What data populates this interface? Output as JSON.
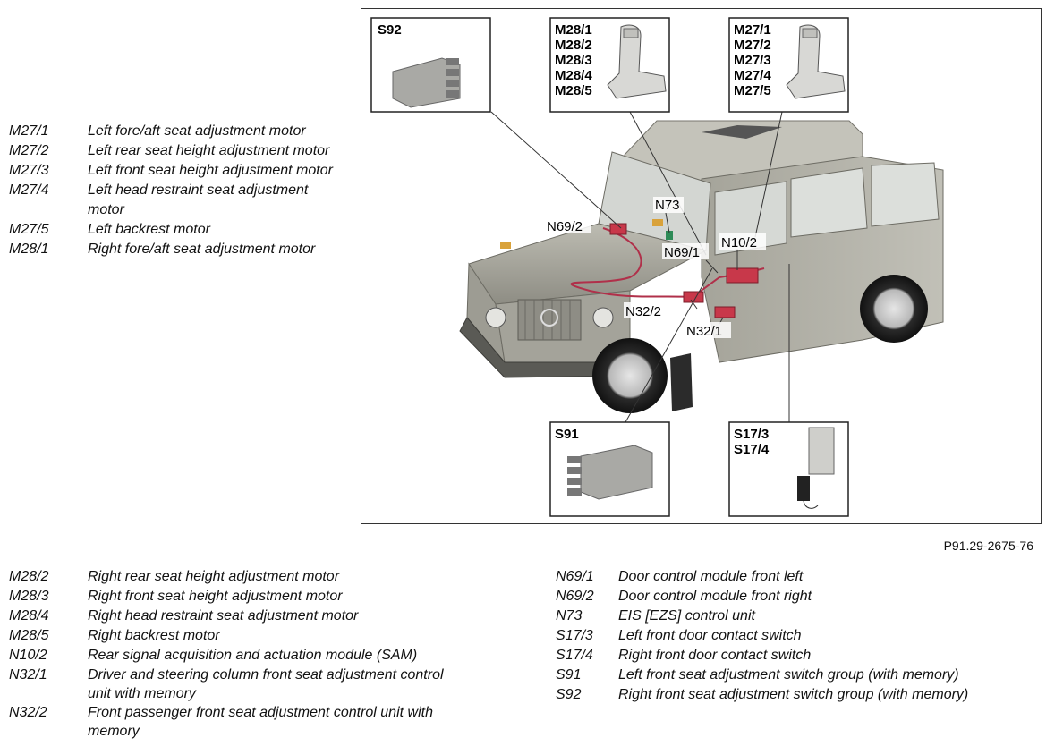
{
  "legend_left": [
    {
      "code": "M27/1",
      "desc": "Left fore/aft seat adjustment motor"
    },
    {
      "code": "M27/2",
      "desc": "Left rear seat height adjustment motor"
    },
    {
      "code": "M27/3",
      "desc": "Left front seat height adjustment motor"
    },
    {
      "code": "M27/4",
      "desc": "Left head restraint seat adjustment motor"
    },
    {
      "code": "M27/5",
      "desc": "Left backrest motor"
    },
    {
      "code": "M28/1",
      "desc": "Right fore/aft seat adjustment motor"
    }
  ],
  "legend_bottom_left": [
    {
      "code": "M28/2",
      "desc": "Right rear seat height adjustment motor"
    },
    {
      "code": "M28/3",
      "desc": "Right front seat height adjustment motor"
    },
    {
      "code": "M28/4",
      "desc": "Right head restraint seat adjustment motor"
    },
    {
      "code": "M28/5",
      "desc": "Right backrest motor"
    },
    {
      "code": "N10/2",
      "desc": "Rear signal acquisition and actuation module (SAM)"
    },
    {
      "code": "N32/1",
      "desc": "Driver and steering column front seat adjustment control unit with memory"
    },
    {
      "code": "N32/2",
      "desc": "Front passenger front seat adjustment control unit with memory"
    }
  ],
  "legend_bottom_right": [
    {
      "code": "N69/1",
      "desc": "Door control module front left"
    },
    {
      "code": "N69/2",
      "desc": "Door control module front right"
    },
    {
      "code": "N73",
      "desc": "EIS [EZS] control unit"
    },
    {
      "code": "S17/3",
      "desc": "Left front door contact switch"
    },
    {
      "code": "S17/4",
      "desc": "Right front door contact switch"
    },
    {
      "code": "S91",
      "desc": "Left front seat adjustment switch group (with memory)"
    },
    {
      "code": "S92",
      "desc": "Right front seat adjustment switch group (with memory)"
    }
  ],
  "figure": {
    "id": "P91.29-2675-76",
    "callout_boxes": {
      "s92": [
        "S92"
      ],
      "m28": [
        "M28/1",
        "M28/2",
        "M28/3",
        "M28/4",
        "M28/5"
      ],
      "m27": [
        "M27/1",
        "M27/2",
        "M27/3",
        "M27/4",
        "M27/5"
      ],
      "s91": [
        "S91"
      ],
      "s17": [
        "S17/3",
        "S17/4"
      ]
    },
    "markers": {
      "n73": "N73",
      "n69_2": "N69/2",
      "n69_1": "N69/1",
      "n10_2": "N10/2",
      "n32_2": "N32/2",
      "n32_1": "N32/1"
    },
    "colors": {
      "body": "#a9a89e",
      "body_dark": "#7c7b73",
      "glass": "#d9dcd8",
      "module": "#c8384a",
      "wire": "#b0304a",
      "ecu": "#2e8b57"
    }
  }
}
